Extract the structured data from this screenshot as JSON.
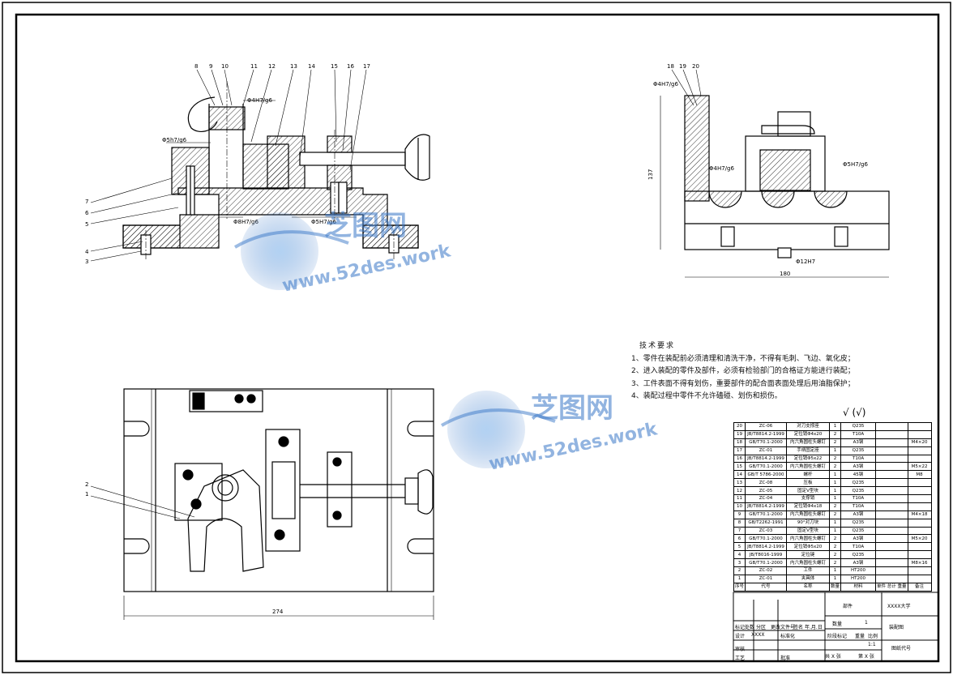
{
  "balloons_front": [
    "8",
    "9",
    "10",
    "11",
    "12",
    "13",
    "14",
    "15",
    "16",
    "17"
  ],
  "balloons_left": [
    "7",
    "6",
    "5",
    "4",
    "3"
  ],
  "balloons_side": [
    "18",
    "19",
    "20"
  ],
  "balloons_plan": [
    "2",
    "1"
  ],
  "dims_front": {
    "a": "Φ4H7/g6",
    "b": "Φ5h7/g6",
    "c": "Φ8H7/g6",
    "d": "Φ5H7/g6"
  },
  "dims_side": {
    "a": "Φ4H7/g6",
    "b": "Φ4H7/g6",
    "c": "Φ5H7/g6",
    "d": "Φ12H7",
    "height": "137",
    "width": "180"
  },
  "dims_plan": {
    "width": "274"
  },
  "watermark": {
    "cn": "芝图网",
    "url": "www.52des.work"
  },
  "tech": {
    "title": "技术要求",
    "items": [
      "1、零件在装配前必须清理和清洗干净，不得有毛刺、飞边、氧化皮；",
      "2、进入装配的零件及部件，必须有检验部门的合格证方能进行装配；",
      "3、工件表面不得有划伤，重要部件的配合面表面处理后用油脂保护；",
      "4、装配过程中零件不允许磕碰、划伤和损伤。"
    ]
  },
  "roughness": "√ (√)",
  "bom": [
    [
      "20",
      "ZC-06",
      "对刀支撑座",
      "1",
      "Q235",
      "",
      ""
    ],
    [
      "19",
      "JB/T8814.2-1999",
      "定位销Φ4x20",
      "2",
      "T10A",
      "",
      ""
    ],
    [
      "18",
      "GB/T70.1-2000",
      "内六角圆柱头螺钉",
      "2",
      "A3钢",
      "",
      "M4×20"
    ],
    [
      "17",
      "ZC-01",
      "手柄固定座",
      "1",
      "Q235",
      "",
      ""
    ],
    [
      "16",
      "JB/T8814.2-1999",
      "定位销Φ5x22",
      "2",
      "T10A",
      "",
      ""
    ],
    [
      "15",
      "GB/T70.1-2000",
      "内六角圆柱头螺钉",
      "2",
      "A3钢",
      "",
      "M5×22"
    ],
    [
      "14",
      "GB/T 5786-2000",
      "螺杆",
      "1",
      "45钢",
      "",
      "M8"
    ],
    [
      "13",
      "ZC-08",
      "压板",
      "1",
      "Q235",
      "",
      ""
    ],
    [
      "12",
      "ZC-05",
      "固定V型块",
      "1",
      "Q235",
      "",
      ""
    ],
    [
      "11",
      "ZC-04",
      "支撑销",
      "1",
      "T10A",
      "",
      ""
    ],
    [
      "10",
      "JB/T8814.2-1999",
      "定位销Φ4x18",
      "2",
      "T10A",
      "",
      ""
    ],
    [
      "9",
      "GB/T70.1-2000",
      "内六角圆柱头螺钉",
      "2",
      "A3钢",
      "",
      "M4×18"
    ],
    [
      "8",
      "GB/T2262-1991",
      "90°对刀块",
      "1",
      "Q235",
      "",
      ""
    ],
    [
      "7",
      "ZC-03",
      "固定V型块",
      "1",
      "Q235",
      "",
      ""
    ],
    [
      "6",
      "GB/T70.1-2000",
      "内六角圆柱头螺钉",
      "2",
      "A3钢",
      "",
      "M5×20"
    ],
    [
      "5",
      "JB/T8814.2-1999",
      "定位销Φ5x20",
      "2",
      "T10A",
      "",
      ""
    ],
    [
      "4",
      "JB/T8016-1999",
      "定位键",
      "2",
      "Q235",
      "",
      ""
    ],
    [
      "3",
      "GB/T70.1-2000",
      "内六角圆柱头螺钉",
      "2",
      "A3钢",
      "",
      "M8×16"
    ],
    [
      "2",
      "ZC-02",
      "工件",
      "1",
      "HT200",
      "",
      ""
    ],
    [
      "1",
      "ZC-01",
      "夹具体",
      "1",
      "HT200",
      "",
      ""
    ]
  ],
  "bom_header": [
    "序号",
    "代号",
    "名称",
    "数量",
    "材料",
    "单件 总计 重量",
    "备注"
  ],
  "title_block": {
    "part": "部件",
    "school": "XXXX大学",
    "qty_label": "数量",
    "qty": "1",
    "drawing": "装配图",
    "stage": "阶段标记",
    "weight": "重量",
    "scale_label": "比例",
    "scale": "1:1",
    "sheets": "共 X 张",
    "sheet": "第 X 张",
    "drawing_no": "图纸代号",
    "rows": [
      "标记",
      "处数",
      "分区",
      "更改文件号",
      "签名",
      "年.月.日"
    ],
    "design": "设计",
    "designer": "XXXX",
    "std": "标准化",
    "review": "审核",
    "process": "工艺",
    "approve": "批准"
  }
}
